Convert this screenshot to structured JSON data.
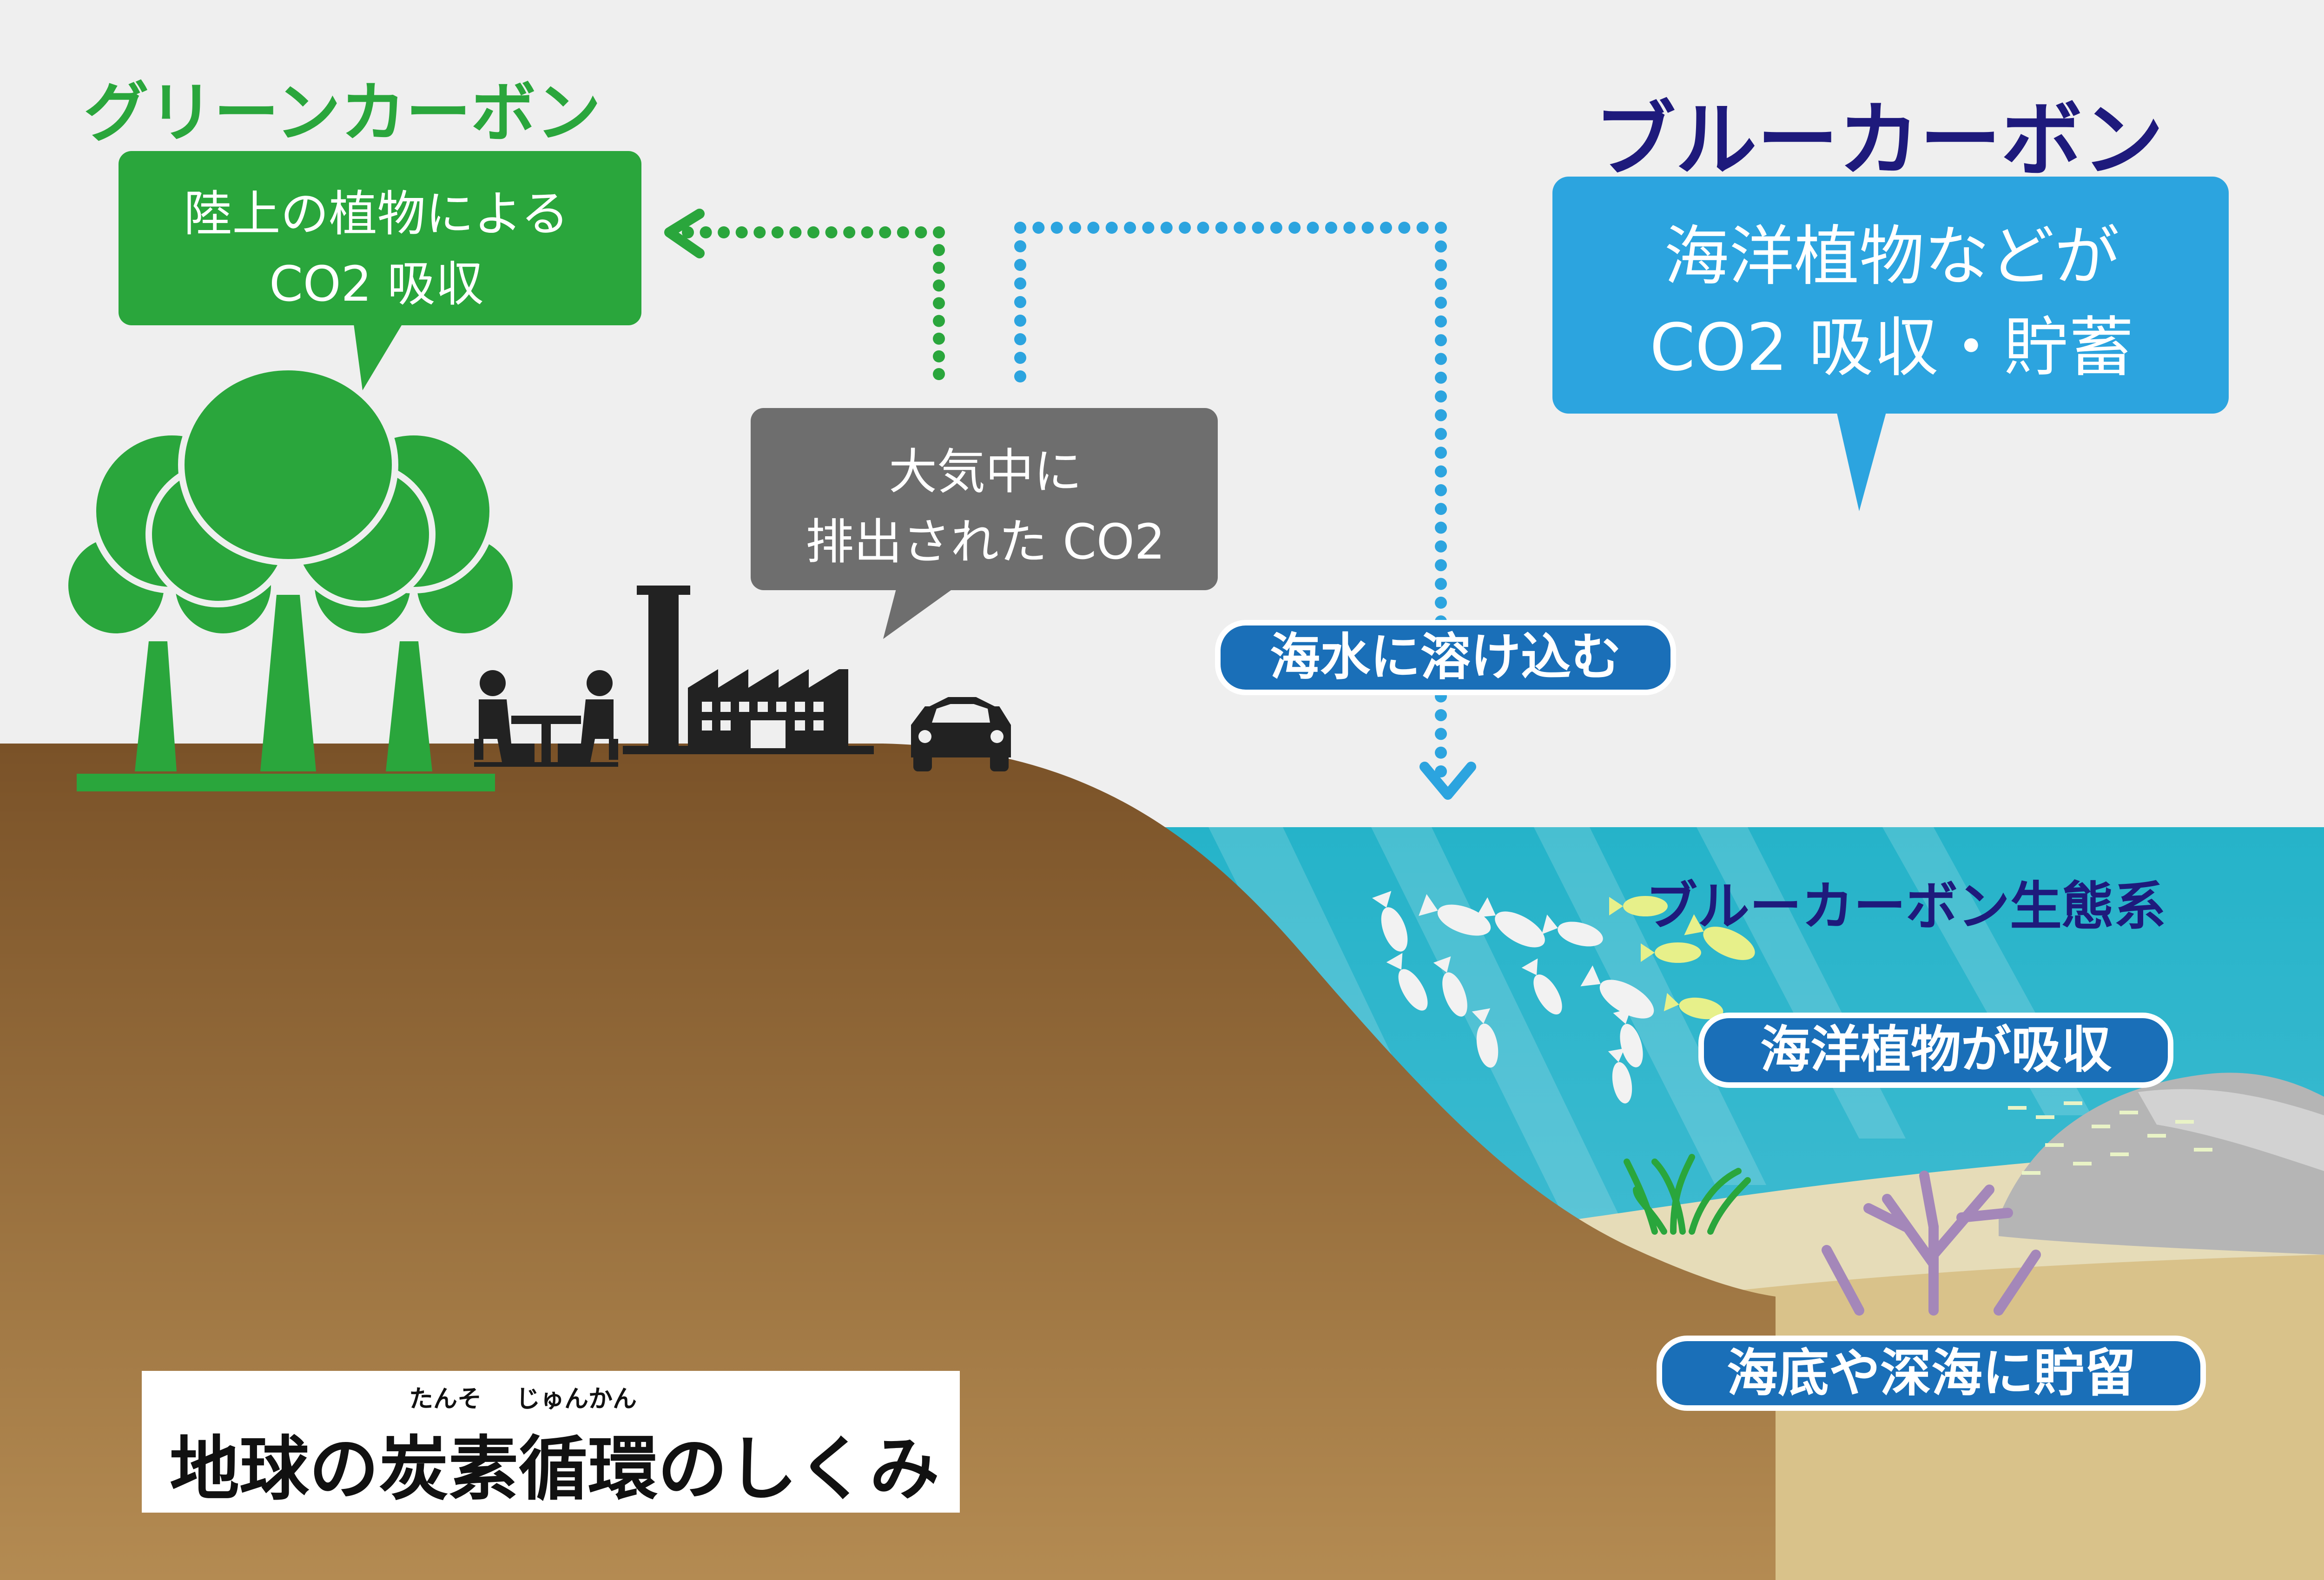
{
  "green_carbon": {
    "title": "グリーンカーボン",
    "bubble_line1": "陸上の植物による",
    "bubble_line2": "CO2 吸収"
  },
  "blue_carbon": {
    "title": "ブルーカーボン",
    "bubble_line1": "海洋植物などが",
    "bubble_line2": "CO2 吸収・貯蓄"
  },
  "atmosphere": {
    "bubble_line1": "大気中に",
    "bubble_line2": "排出された CO2"
  },
  "ocean": {
    "dissolve_label": "海水に溶け込む",
    "ecosystem_label": "ブルーカーボン生態系",
    "absorb_label": "海洋植物が吸収",
    "store_label": "海底や深海に貯留"
  },
  "title_panel": {
    "ruby_tanso": "たんそ",
    "ruby_junkan": "じゅんかん",
    "title": "地球の炭素循環のしくみ"
  },
  "colors": {
    "sky": "#efefef",
    "green": "#2aa63c",
    "blue_light": "#2ca4df",
    "blue_dark": "#1e1a7c",
    "pill_blue": "#1a6fb8",
    "gray_bubble": "#6e6e6e",
    "soil_top": "#7a5228",
    "soil_bottom": "#b48b52",
    "sea": "#2bb0c8",
    "sand": "#e6dcb8"
  },
  "icons": [
    "tree-icon",
    "people-table-icon",
    "factory-icon",
    "car-icon",
    "fish-icon",
    "seagrass-icon",
    "coral-icon",
    "rock-icon",
    "arrow-icon"
  ]
}
